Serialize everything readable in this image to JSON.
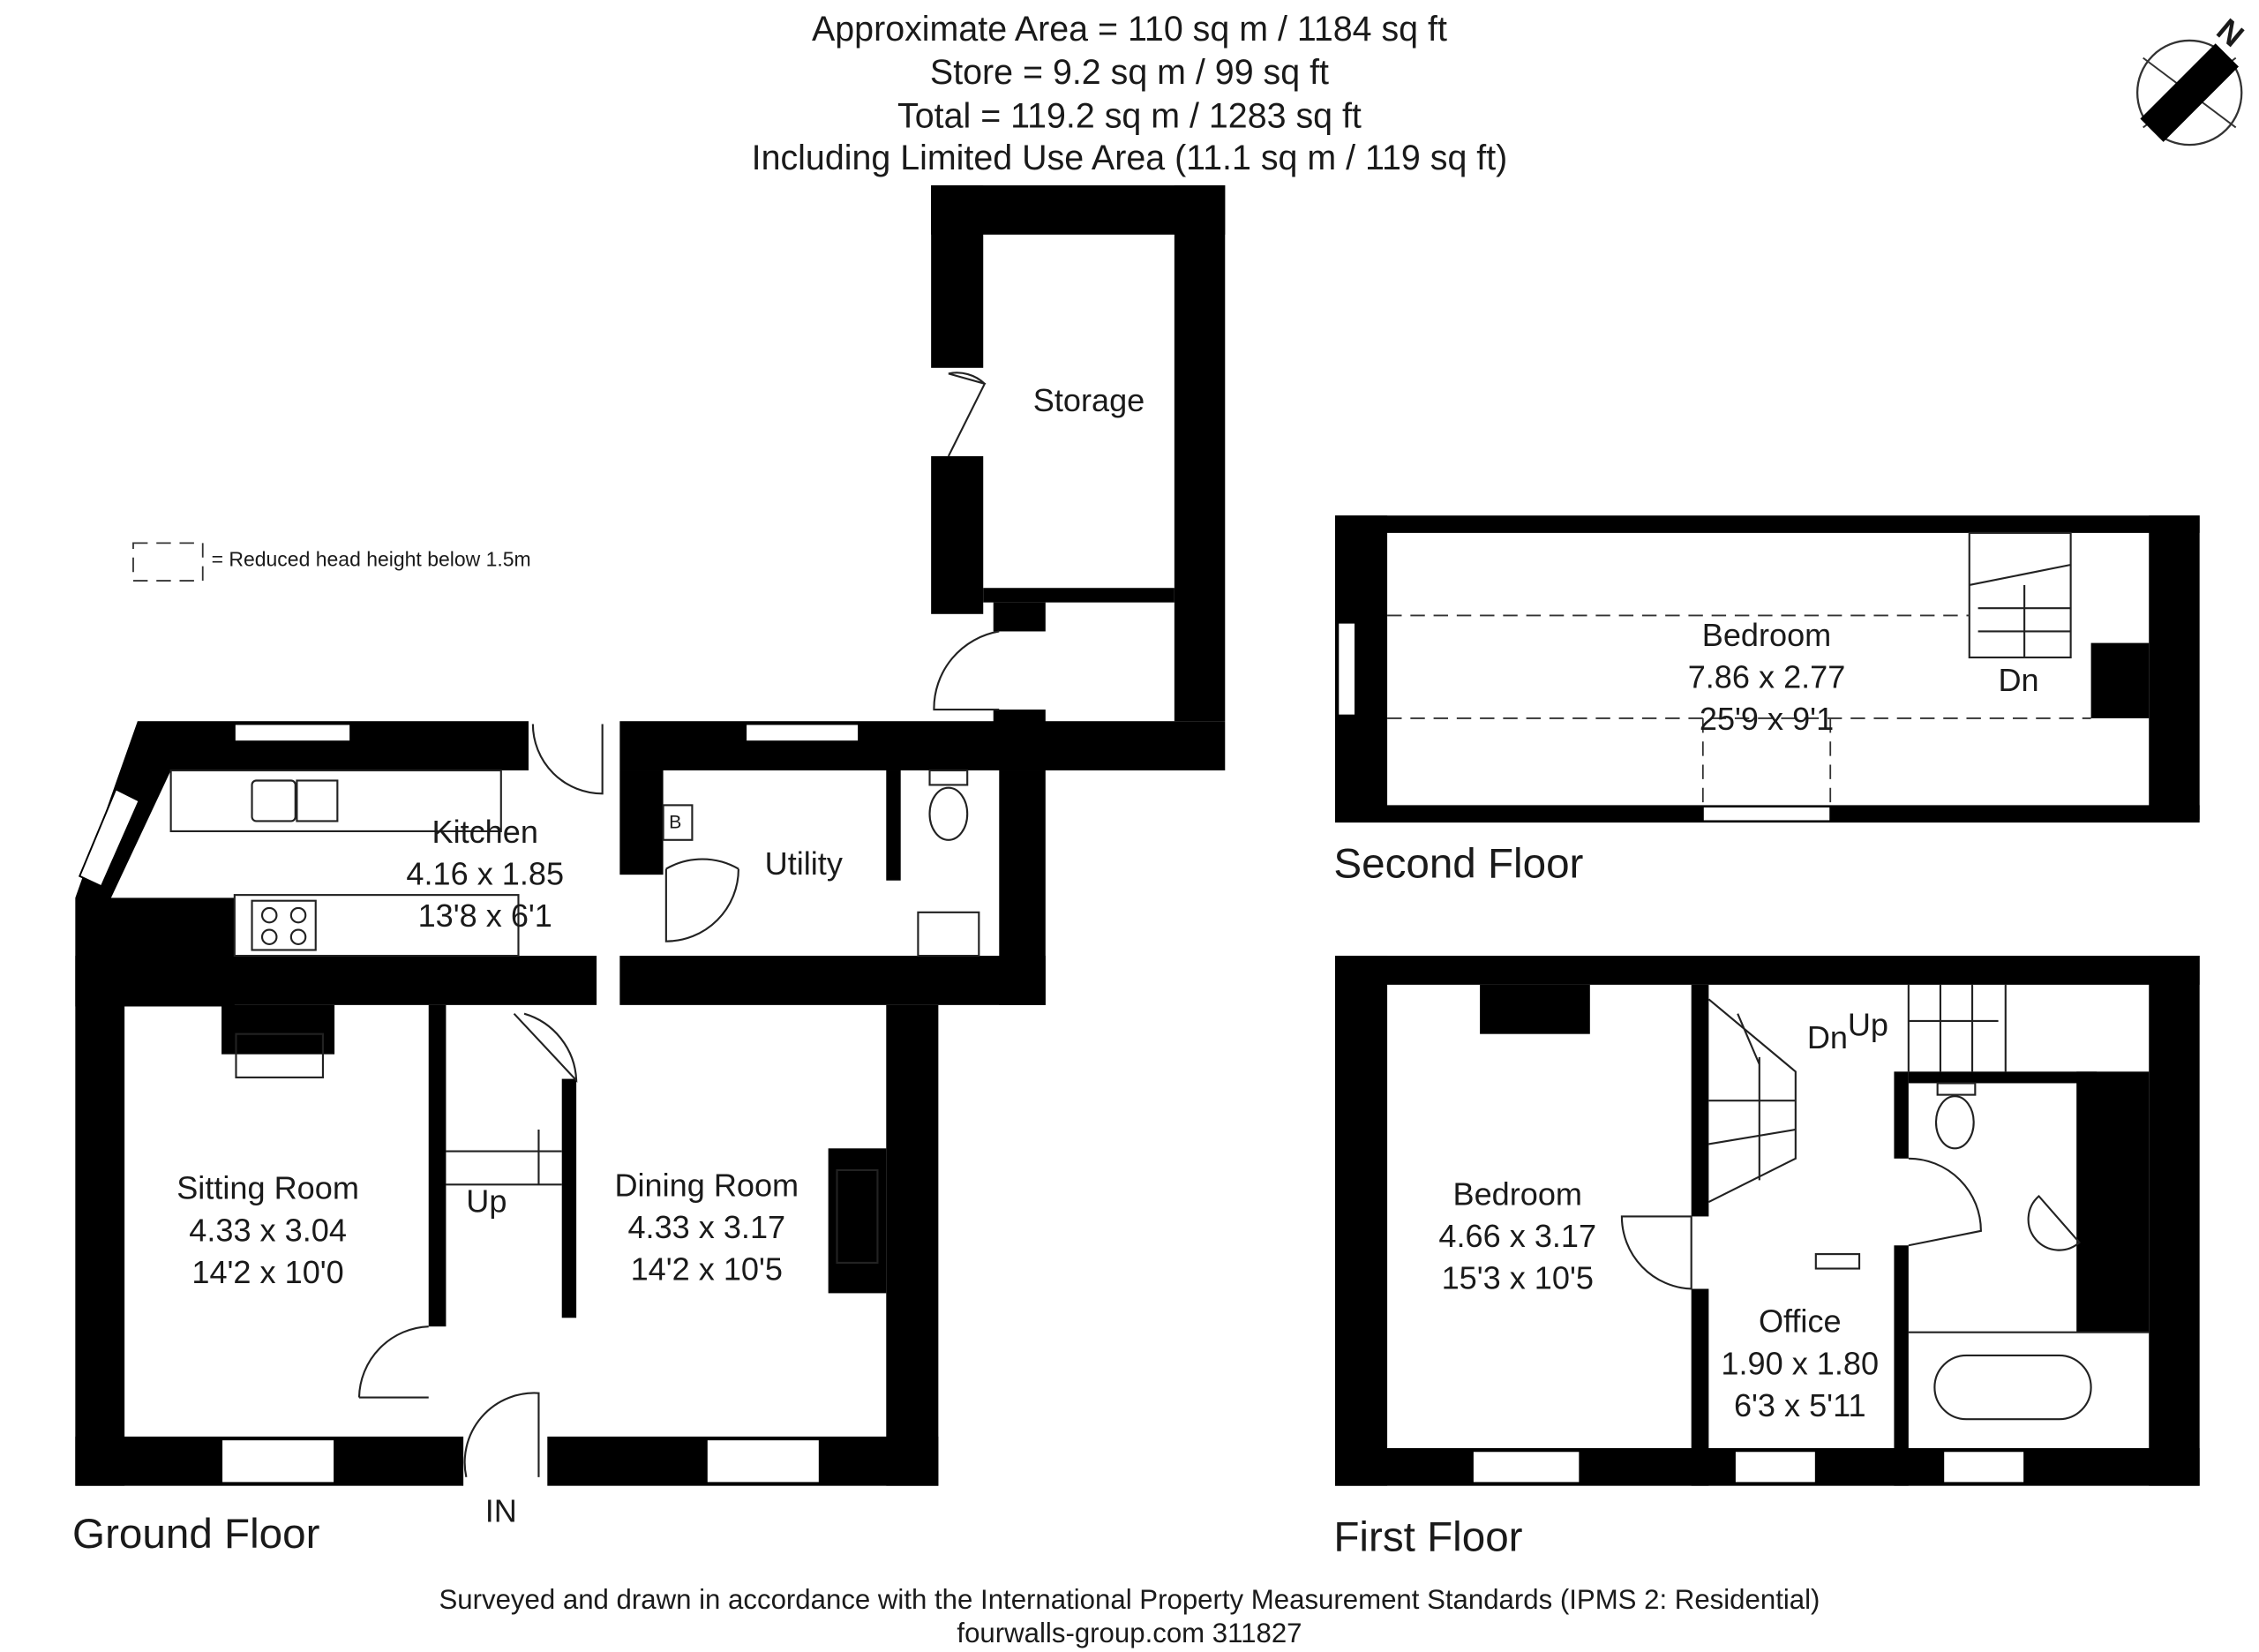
{
  "header": {
    "approx_area": "Approximate Area = 110 sq m / 1184 sq ft",
    "store": "Store = 9.2 sq m / 99 sq ft",
    "total": "Total = 119.2 sq m / 1283 sq ft",
    "limited_use": "Including Limited Use Area (11.1 sq m / 119 sq ft)"
  },
  "compass": {
    "label": "N"
  },
  "legend": {
    "text": "= Reduced head height below 1.5m"
  },
  "floors": {
    "ground": "Ground Floor",
    "first": "First Floor",
    "second": "Second Floor"
  },
  "rooms": {
    "storage": {
      "name": "Storage"
    },
    "kitchen": {
      "name": "Kitchen",
      "metric": "4.16 x 1.85",
      "imperial": "13'8 x 6'1"
    },
    "utility": {
      "name": "Utility"
    },
    "sitting": {
      "name": "Sitting Room",
      "metric": "4.33 x 3.04",
      "imperial": "14'2 x 10'0"
    },
    "dining": {
      "name": "Dining Room",
      "metric": "4.33 x 3.17",
      "imperial": "14'2 x 10'5"
    },
    "bedroom_second": {
      "name": "Bedroom",
      "metric": "7.86 x 2.77",
      "imperial": "25'9 x 9'1"
    },
    "bedroom_first": {
      "name": "Bedroom",
      "metric": "4.66 x 3.17",
      "imperial": "15'3 x 10'5"
    },
    "office": {
      "name": "Office",
      "metric": "1.90 x 1.80",
      "imperial": "6'3 x 5'11"
    }
  },
  "labels": {
    "up_ground": "Up",
    "in": "IN",
    "boiler": "B",
    "dn_second": "Dn",
    "dn_first": "Dn",
    "up_first": "Up"
  },
  "footer": {
    "line1": "Surveyed and drawn in accordance with the International Property Measurement Standards (IPMS 2: Residential)",
    "line2": "fourwalls-group.com 311827"
  }
}
